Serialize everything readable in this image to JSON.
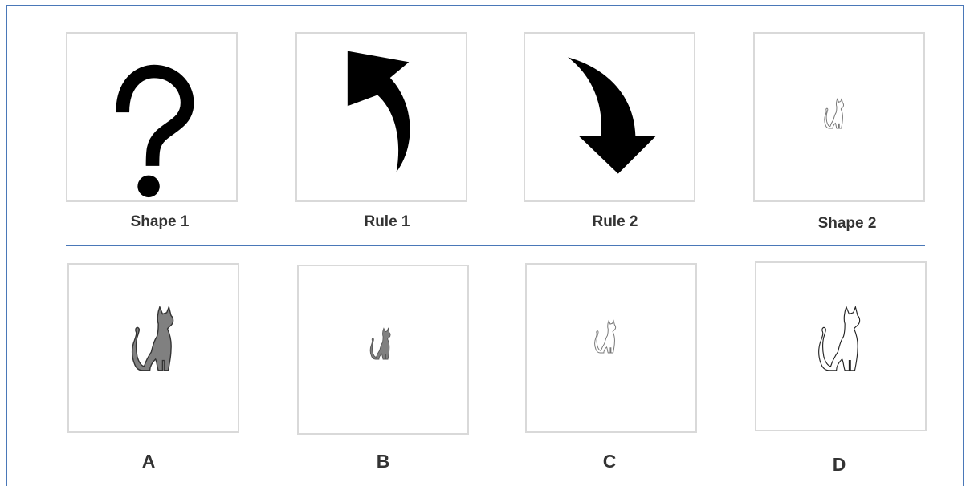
{
  "puzzle": {
    "top_row": [
      {
        "label": "Shape 1",
        "figure": "question-mark-icon"
      },
      {
        "label": "Rule 1",
        "figure": "curved-arrow-up-left-icon"
      },
      {
        "label": "Rule 2",
        "figure": "curved-arrow-down-right-icon"
      },
      {
        "label": "Shape 2",
        "figure": "cat-icon"
      }
    ],
    "options": [
      {
        "label": "A",
        "figure": "cat-icon",
        "fill": "#808080",
        "stroke": "#333333"
      },
      {
        "label": "B",
        "figure": "cat-icon",
        "fill": "#808080",
        "stroke": "#555555"
      },
      {
        "label": "C",
        "figure": "cat-icon",
        "fill": "#ffffff",
        "stroke": "#777777"
      },
      {
        "label": "D",
        "figure": "cat-icon",
        "fill": "#ffffff",
        "stroke": "#222222"
      }
    ]
  },
  "colors": {
    "frame": "#4a78b8",
    "divider": "#4a78b8",
    "card_border": "#d9d9d9",
    "glyph": "#000000"
  }
}
